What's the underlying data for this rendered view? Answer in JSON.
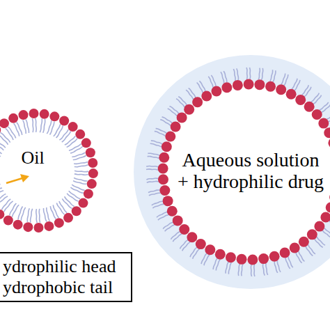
{
  "diagram": {
    "nodes": [
      {
        "text": [
          "Oil"
        ]
      },
      {
        "text": [
          "Aqueous solution + hydrophilic drug"
        ]
      }
    ],
    "legend": [
      {
        "text": "ydrophilic head"
      },
      {
        "text": "ydrophobic tail"
      }
    ]
  }
}
